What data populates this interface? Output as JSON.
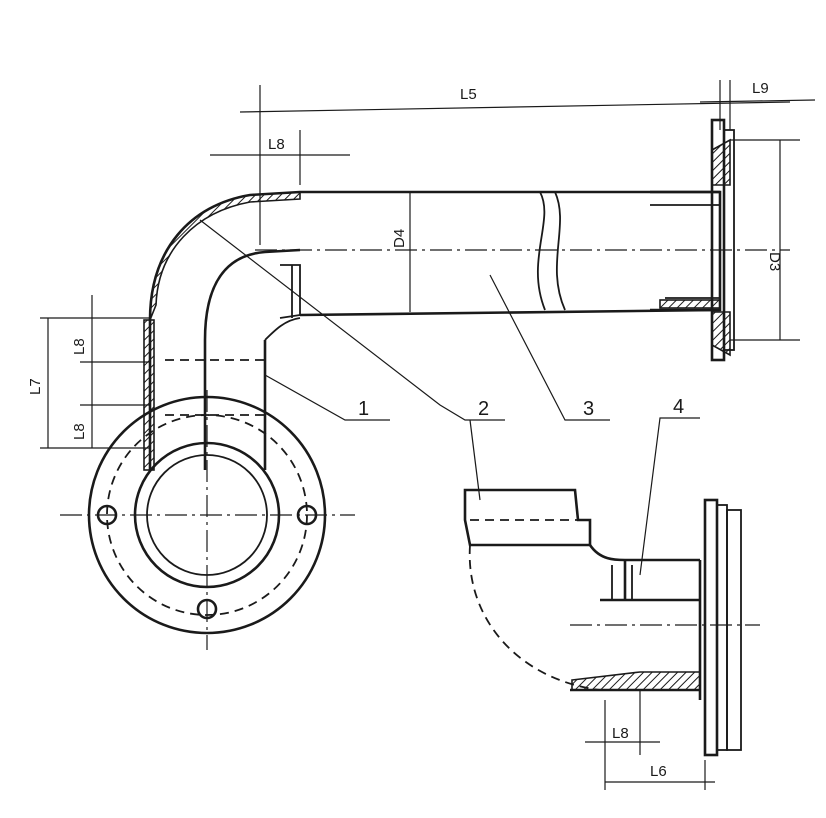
{
  "dimensions": {
    "L5": "L5",
    "L9": "L9",
    "L8_top": "L8",
    "D4": "D4",
    "D3": "D3",
    "L7": "L7",
    "L8_left_top": "L8",
    "L8_left_bottom": "L8",
    "L8_bottom": "L8",
    "L6": "L6"
  },
  "callouts": [
    "1",
    "2",
    "3",
    "4"
  ],
  "colors": {
    "ink": "#1a1a1a",
    "paper": "#ffffff"
  }
}
